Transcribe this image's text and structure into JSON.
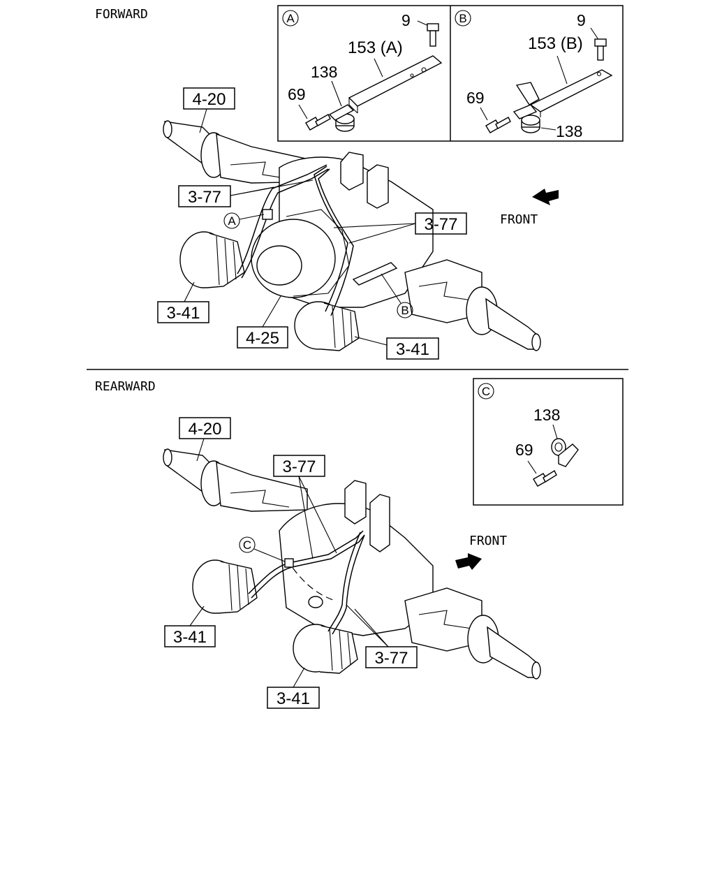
{
  "sections": {
    "forward": "FORWARD",
    "rearward": "REARWARD"
  },
  "direction": {
    "front_top": "FRONT",
    "front_bottom": "FRONT"
  },
  "detail_marks": {
    "a": "A",
    "b": "B",
    "c": "C"
  },
  "parts": {
    "bolt_9": "9",
    "bracket_a": "153 (A)",
    "bracket_b": "153 (B)",
    "clip_138": "138",
    "bolt_69": "69"
  },
  "references": {
    "axle_housing": "4-20",
    "differential": "4-25",
    "brake_chamber": "3-41",
    "hose": "3-77"
  }
}
